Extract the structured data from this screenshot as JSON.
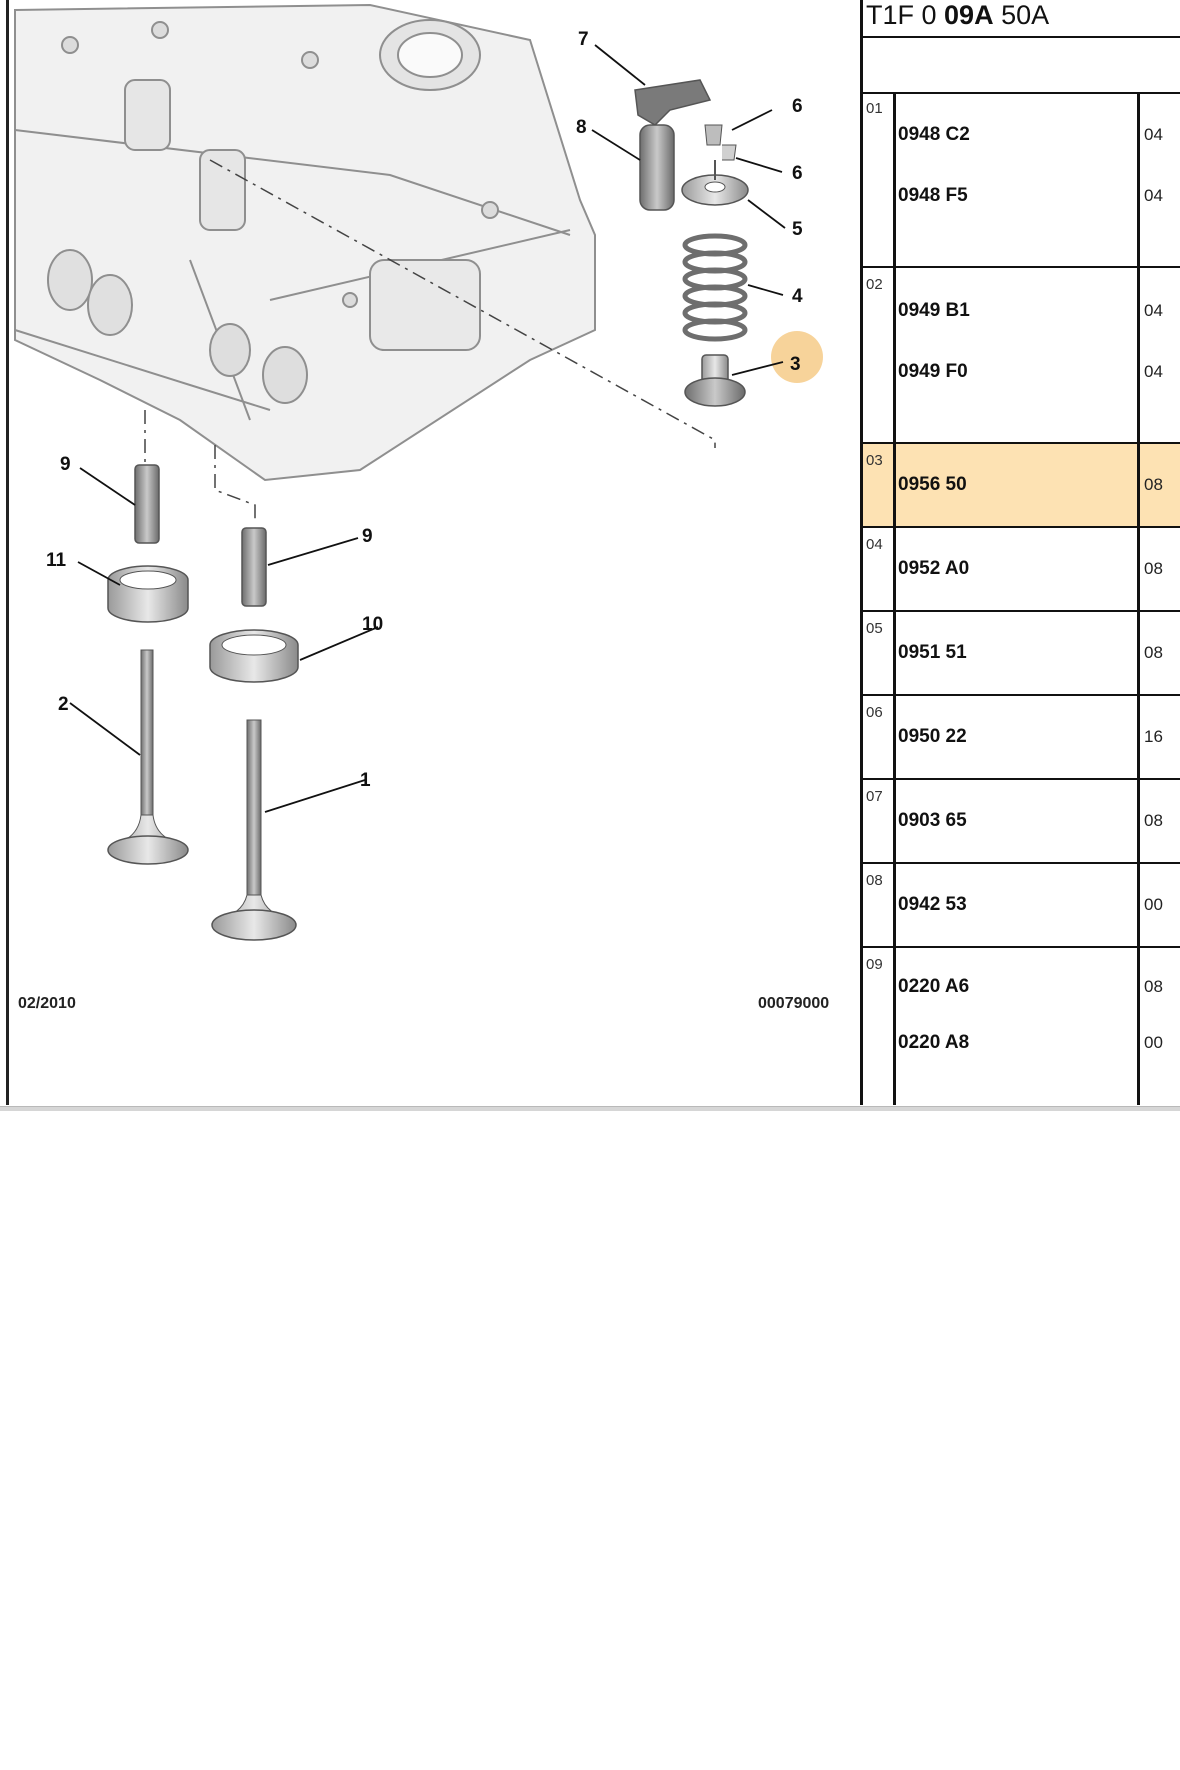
{
  "reference": {
    "prefix": "T1F 0 ",
    "bold": "09A",
    "suffix": " 50A"
  },
  "diagram": {
    "date": "02/2010",
    "code": "00079000",
    "highlight_color": "#f7d39a",
    "callouts": [
      "7",
      "6",
      "8",
      "6",
      "5",
      "4",
      "3",
      "9",
      "9",
      "11",
      "10",
      "2",
      "1"
    ]
  },
  "highlight_row_color": "#fde2b3",
  "parts": [
    {
      "index": "01",
      "numbers": [
        "0948 C2",
        "0948 F5"
      ],
      "qtys": [
        "04",
        "04"
      ]
    },
    {
      "index": "02",
      "numbers": [
        "0949 B1",
        "0949 F0"
      ],
      "qtys": [
        "04",
        "04"
      ]
    },
    {
      "index": "03",
      "numbers": [
        "0956 50"
      ],
      "qtys": [
        "08"
      ],
      "highlighted": true
    },
    {
      "index": "04",
      "numbers": [
        "0952 A0"
      ],
      "qtys": [
        "08"
      ]
    },
    {
      "index": "05",
      "numbers": [
        "0951 51"
      ],
      "qtys": [
        "08"
      ]
    },
    {
      "index": "06",
      "numbers": [
        "0950 22"
      ],
      "qtys": [
        "16"
      ]
    },
    {
      "index": "07",
      "numbers": [
        "0903 65"
      ],
      "qtys": [
        "08"
      ]
    },
    {
      "index": "08",
      "numbers": [
        "0942 53"
      ],
      "qtys": [
        "00"
      ]
    },
    {
      "index": "09",
      "numbers": [
        "0220 A6",
        "0220 A8"
      ],
      "qtys": [
        "08",
        "00"
      ]
    }
  ]
}
